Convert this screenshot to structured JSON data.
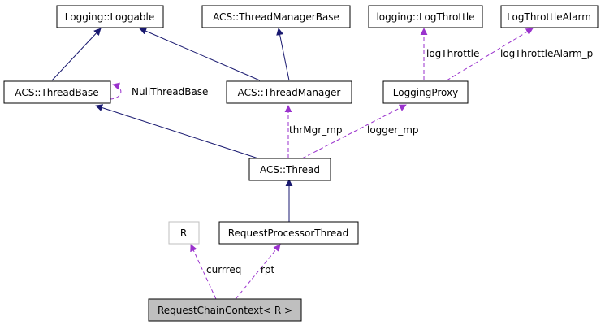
{
  "diagram": {
    "nodes": [
      {
        "id": "loggable",
        "label": "Logging::Loggable",
        "style": "normal"
      },
      {
        "id": "thread-manager-base",
        "label": "ACS::ThreadManagerBase",
        "style": "normal"
      },
      {
        "id": "log-throttle",
        "label": "logging::LogThrottle",
        "style": "normal"
      },
      {
        "id": "log-throttle-alarm",
        "label": "LogThrottleAlarm",
        "style": "normal"
      },
      {
        "id": "thread-base",
        "label": "ACS::ThreadBase",
        "style": "normal"
      },
      {
        "id": "thread-manager",
        "label": "ACS::ThreadManager",
        "style": "normal"
      },
      {
        "id": "logging-proxy",
        "label": "LoggingProxy",
        "style": "normal"
      },
      {
        "id": "thread",
        "label": "ACS::Thread",
        "style": "normal"
      },
      {
        "id": "r",
        "label": "R",
        "style": "template-param"
      },
      {
        "id": "request-processor-thread",
        "label": "RequestProcessorThread",
        "style": "normal"
      },
      {
        "id": "request-chain-context",
        "label": "RequestChainContext< R >",
        "style": "focus"
      }
    ],
    "edges": [
      {
        "id": "loggable-threadbase",
        "kind": "inheritance",
        "label": ""
      },
      {
        "id": "loggable-threadmanager",
        "kind": "inheritance",
        "label": ""
      },
      {
        "id": "threadmanagerbase-threadmanager",
        "kind": "inheritance",
        "label": ""
      },
      {
        "id": "logthrottle-proxy",
        "kind": "usage",
        "label": "logThrottle"
      },
      {
        "id": "logthrottlealarm-proxy",
        "kind": "usage",
        "label": "logThrottleAlarm_p"
      },
      {
        "id": "threadbase-self",
        "kind": "usage",
        "label": "NullThreadBase"
      },
      {
        "id": "threadbase-thread",
        "kind": "inheritance",
        "label": ""
      },
      {
        "id": "threadmanager-thread",
        "kind": "usage",
        "label": "thrMgr_mp"
      },
      {
        "id": "proxy-thread",
        "kind": "usage",
        "label": "logger_mp"
      },
      {
        "id": "thread-rpt",
        "kind": "inheritance",
        "label": ""
      },
      {
        "id": "r-context",
        "kind": "usage",
        "label": "currreq"
      },
      {
        "id": "rpt-context",
        "kind": "usage",
        "label": "rpt"
      }
    ],
    "colors": {
      "inheritance": "#191970",
      "usage": "#9a32cd",
      "template_border": "#bfbfbf",
      "focus_fill": "#bfbfbf",
      "node_border": "#000000"
    }
  }
}
